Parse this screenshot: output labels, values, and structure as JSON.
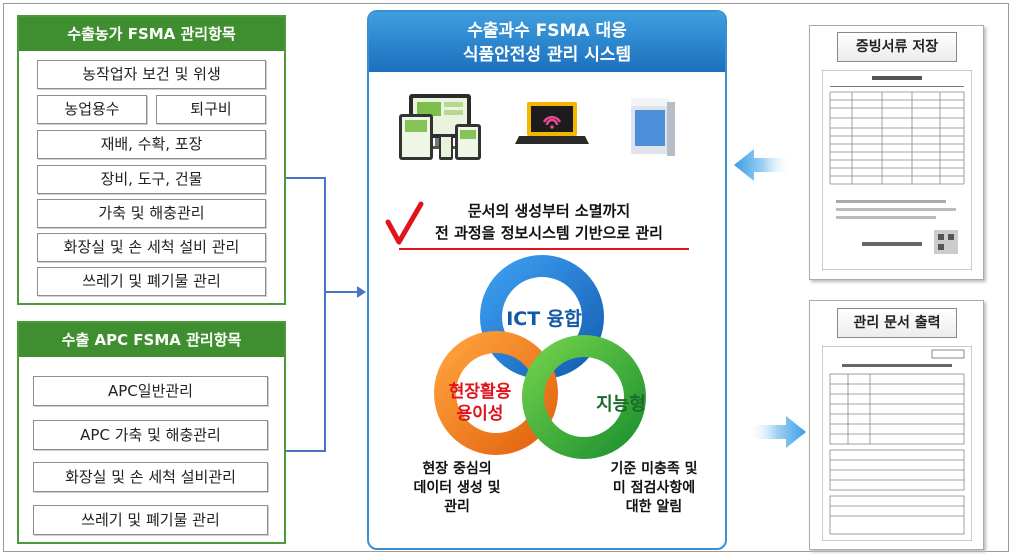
{
  "farm_panel": {
    "title": "수출농가 FSMA 관리항목",
    "items": [
      "농작업자 보건 및 위생",
      "농업용수",
      "퇴구비",
      "재배, 수확, 포장",
      "장비, 도구, 건물",
      "가축 및 해충관리",
      "화장실 및 손 세척 설비 관리",
      "쓰레기 및 폐기물 관리"
    ]
  },
  "apc_panel": {
    "title": "수출 APC FSMA 관리항목",
    "items": [
      "APC일반관리",
      "APC 가축 및 해충관리",
      "화장실 및 손 세척 설비관리",
      "쓰레기 및 폐기물 관리"
    ]
  },
  "center": {
    "title_line1": "수출과수 FSMA 대응",
    "title_line2": "식품안전성 관리 시스템",
    "statement_line1": "문서의 생성부터 소멸까지",
    "statement_line2": "전 과정을 정보시스템 기반으로 관리",
    "ring_ict": "ICT 융합",
    "ring_field_line1": "현장활용",
    "ring_field_line2": "용이성",
    "ring_smart": "지능형",
    "desc_left": [
      "현장 중심의",
      "데이터 생성 및",
      "관리"
    ],
    "desc_right": [
      "기준 미충족 및",
      "미 점검사항에",
      "대한 알림"
    ]
  },
  "right": {
    "evidence_title": "증빙서류 저장",
    "output_title": "관리 문서 출력"
  },
  "colors": {
    "green": "#3f8e2f",
    "blue": "#1c70bd",
    "ring_blue": "#1f74c9",
    "ring_orange": "#f07c1c",
    "ring_green": "#3aa935",
    "check_red": "#e0141d"
  }
}
